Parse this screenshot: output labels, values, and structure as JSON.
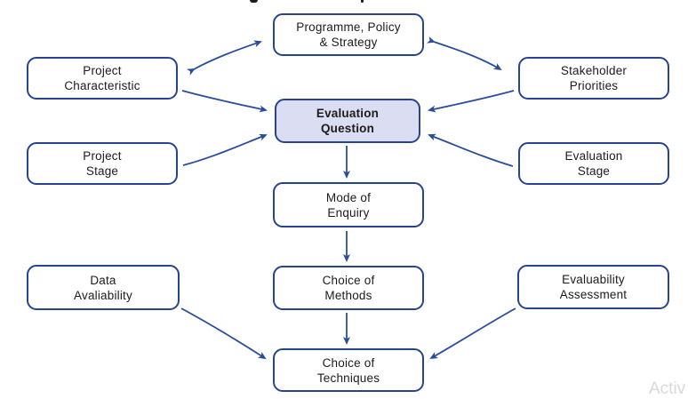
{
  "palette": {
    "box_border": "#26448f",
    "arrow": "#2a4d9b",
    "highlight_fill": "#dbdef2",
    "text": "#1c1c1c",
    "watermark_color": "#d8d8d8"
  },
  "nodes": {
    "programme": {
      "line1": "Programme, Policy",
      "line2": "& Strategy"
    },
    "project_characteristic": {
      "line1": "Project",
      "line2": "Characteristic"
    },
    "stakeholder_priorities": {
      "line1": "Stakeholder",
      "line2": "Priorities"
    },
    "evaluation_question": {
      "line1": "Evaluation",
      "line2": "Question",
      "highlighted": true
    },
    "project_stage": {
      "line1": "Project",
      "line2": "Stage"
    },
    "evaluation_stage": {
      "line1": "Evaluation",
      "line2": "Stage"
    },
    "mode_of_enquiry": {
      "line1": "Mode of",
      "line2": "Enquiry"
    },
    "choice_of_methods": {
      "line1": "Choice of",
      "line2": "Methods"
    },
    "data_availability": {
      "line1": "Data",
      "line2": "Avaliability"
    },
    "evaluability_assessment": {
      "line1": "Evaluability",
      "line2": "Assessment"
    },
    "choice_of_techniques": {
      "line1": "Choice of",
      "line2": "Techniques"
    }
  },
  "connections": [
    {
      "from": "project_characteristic",
      "to": "programme",
      "bidirectional": true
    },
    {
      "from": "programme",
      "to": "stakeholder_priorities",
      "bidirectional": true
    },
    {
      "from": "project_characteristic",
      "to": "evaluation_question",
      "bidirectional": false
    },
    {
      "from": "project_stage",
      "to": "evaluation_question",
      "bidirectional": false
    },
    {
      "from": "stakeholder_priorities",
      "to": "evaluation_question",
      "bidirectional": false
    },
    {
      "from": "evaluation_stage",
      "to": "evaluation_question",
      "bidirectional": false
    },
    {
      "from": "evaluation_question",
      "to": "mode_of_enquiry",
      "bidirectional": false
    },
    {
      "from": "mode_of_enquiry",
      "to": "choice_of_methods",
      "bidirectional": false
    },
    {
      "from": "choice_of_methods",
      "to": "choice_of_techniques",
      "bidirectional": false
    },
    {
      "from": "data_availability",
      "to": "choice_of_techniques",
      "bidirectional": false
    },
    {
      "from": "evaluability_assessment",
      "to": "choice_of_techniques",
      "bidirectional": false
    }
  ],
  "watermark": {
    "text": "Activ"
  }
}
